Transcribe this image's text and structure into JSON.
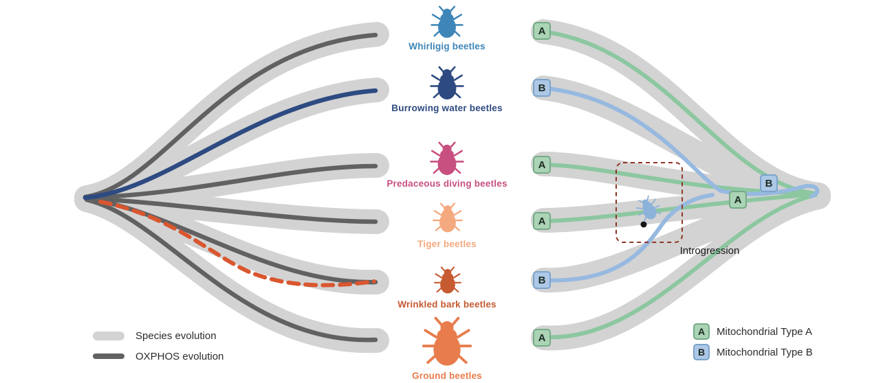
{
  "colors": {
    "species_band": "#d3d3d3",
    "oxphos_line": "#616161",
    "burrowing_line": "#2d4a81",
    "introgression_line": "#d9562f",
    "mito_a": "#8cc7a0",
    "mito_b": "#97b9e0",
    "introgression_box": "#8d3526",
    "introgressed_beetle": "#8cb2da"
  },
  "beetles": [
    {
      "name": "Whirligig beetles",
      "color": "#3e86b8"
    },
    {
      "name": "Burrowing water beetles",
      "color": "#2d4a81"
    },
    {
      "name": "Predaceous diving beetles",
      "color": "#c85080"
    },
    {
      "name": "Tiger beetles",
      "color": "#f4a97e"
    },
    {
      "name": "Wrinkled bark beetles",
      "color": "#c65a31"
    },
    {
      "name": "Ground beetles",
      "color": "#e87c4c"
    }
  ],
  "mito_tips": [
    {
      "label": "A",
      "bg": "#abd3b5",
      "border": "#74ab86"
    },
    {
      "label": "B",
      "bg": "#adc8e6",
      "border": "#7ba3cc"
    },
    {
      "label": "A",
      "bg": "#abd3b5",
      "border": "#74ab86"
    },
    {
      "label": "A",
      "bg": "#abd3b5",
      "border": "#74ab86"
    },
    {
      "label": "B",
      "bg": "#adc8e6",
      "border": "#7ba3cc"
    },
    {
      "label": "A",
      "bg": "#abd3b5",
      "border": "#74ab86"
    }
  ],
  "root_b": {
    "label": "B",
    "bg": "#adc8e6",
    "border": "#7ba3cc"
  },
  "root_a": {
    "label": "A",
    "bg": "#abd3b5",
    "border": "#74ab86"
  },
  "introgression_label": "Introgression",
  "left_legend": [
    {
      "label": "Species evolution",
      "swatch": "#d3d3d3"
    },
    {
      "label": "OXPHOS evolution",
      "swatch": "#616161"
    }
  ],
  "right_legend": [
    {
      "badge": "A",
      "bg": "#abd3b5",
      "border": "#74ab86",
      "label": "Mitochondrial Type A"
    },
    {
      "badge": "B",
      "bg": "#adc8e6",
      "border": "#7ba3cc",
      "label": "Mitochondrial Type B"
    }
  ]
}
